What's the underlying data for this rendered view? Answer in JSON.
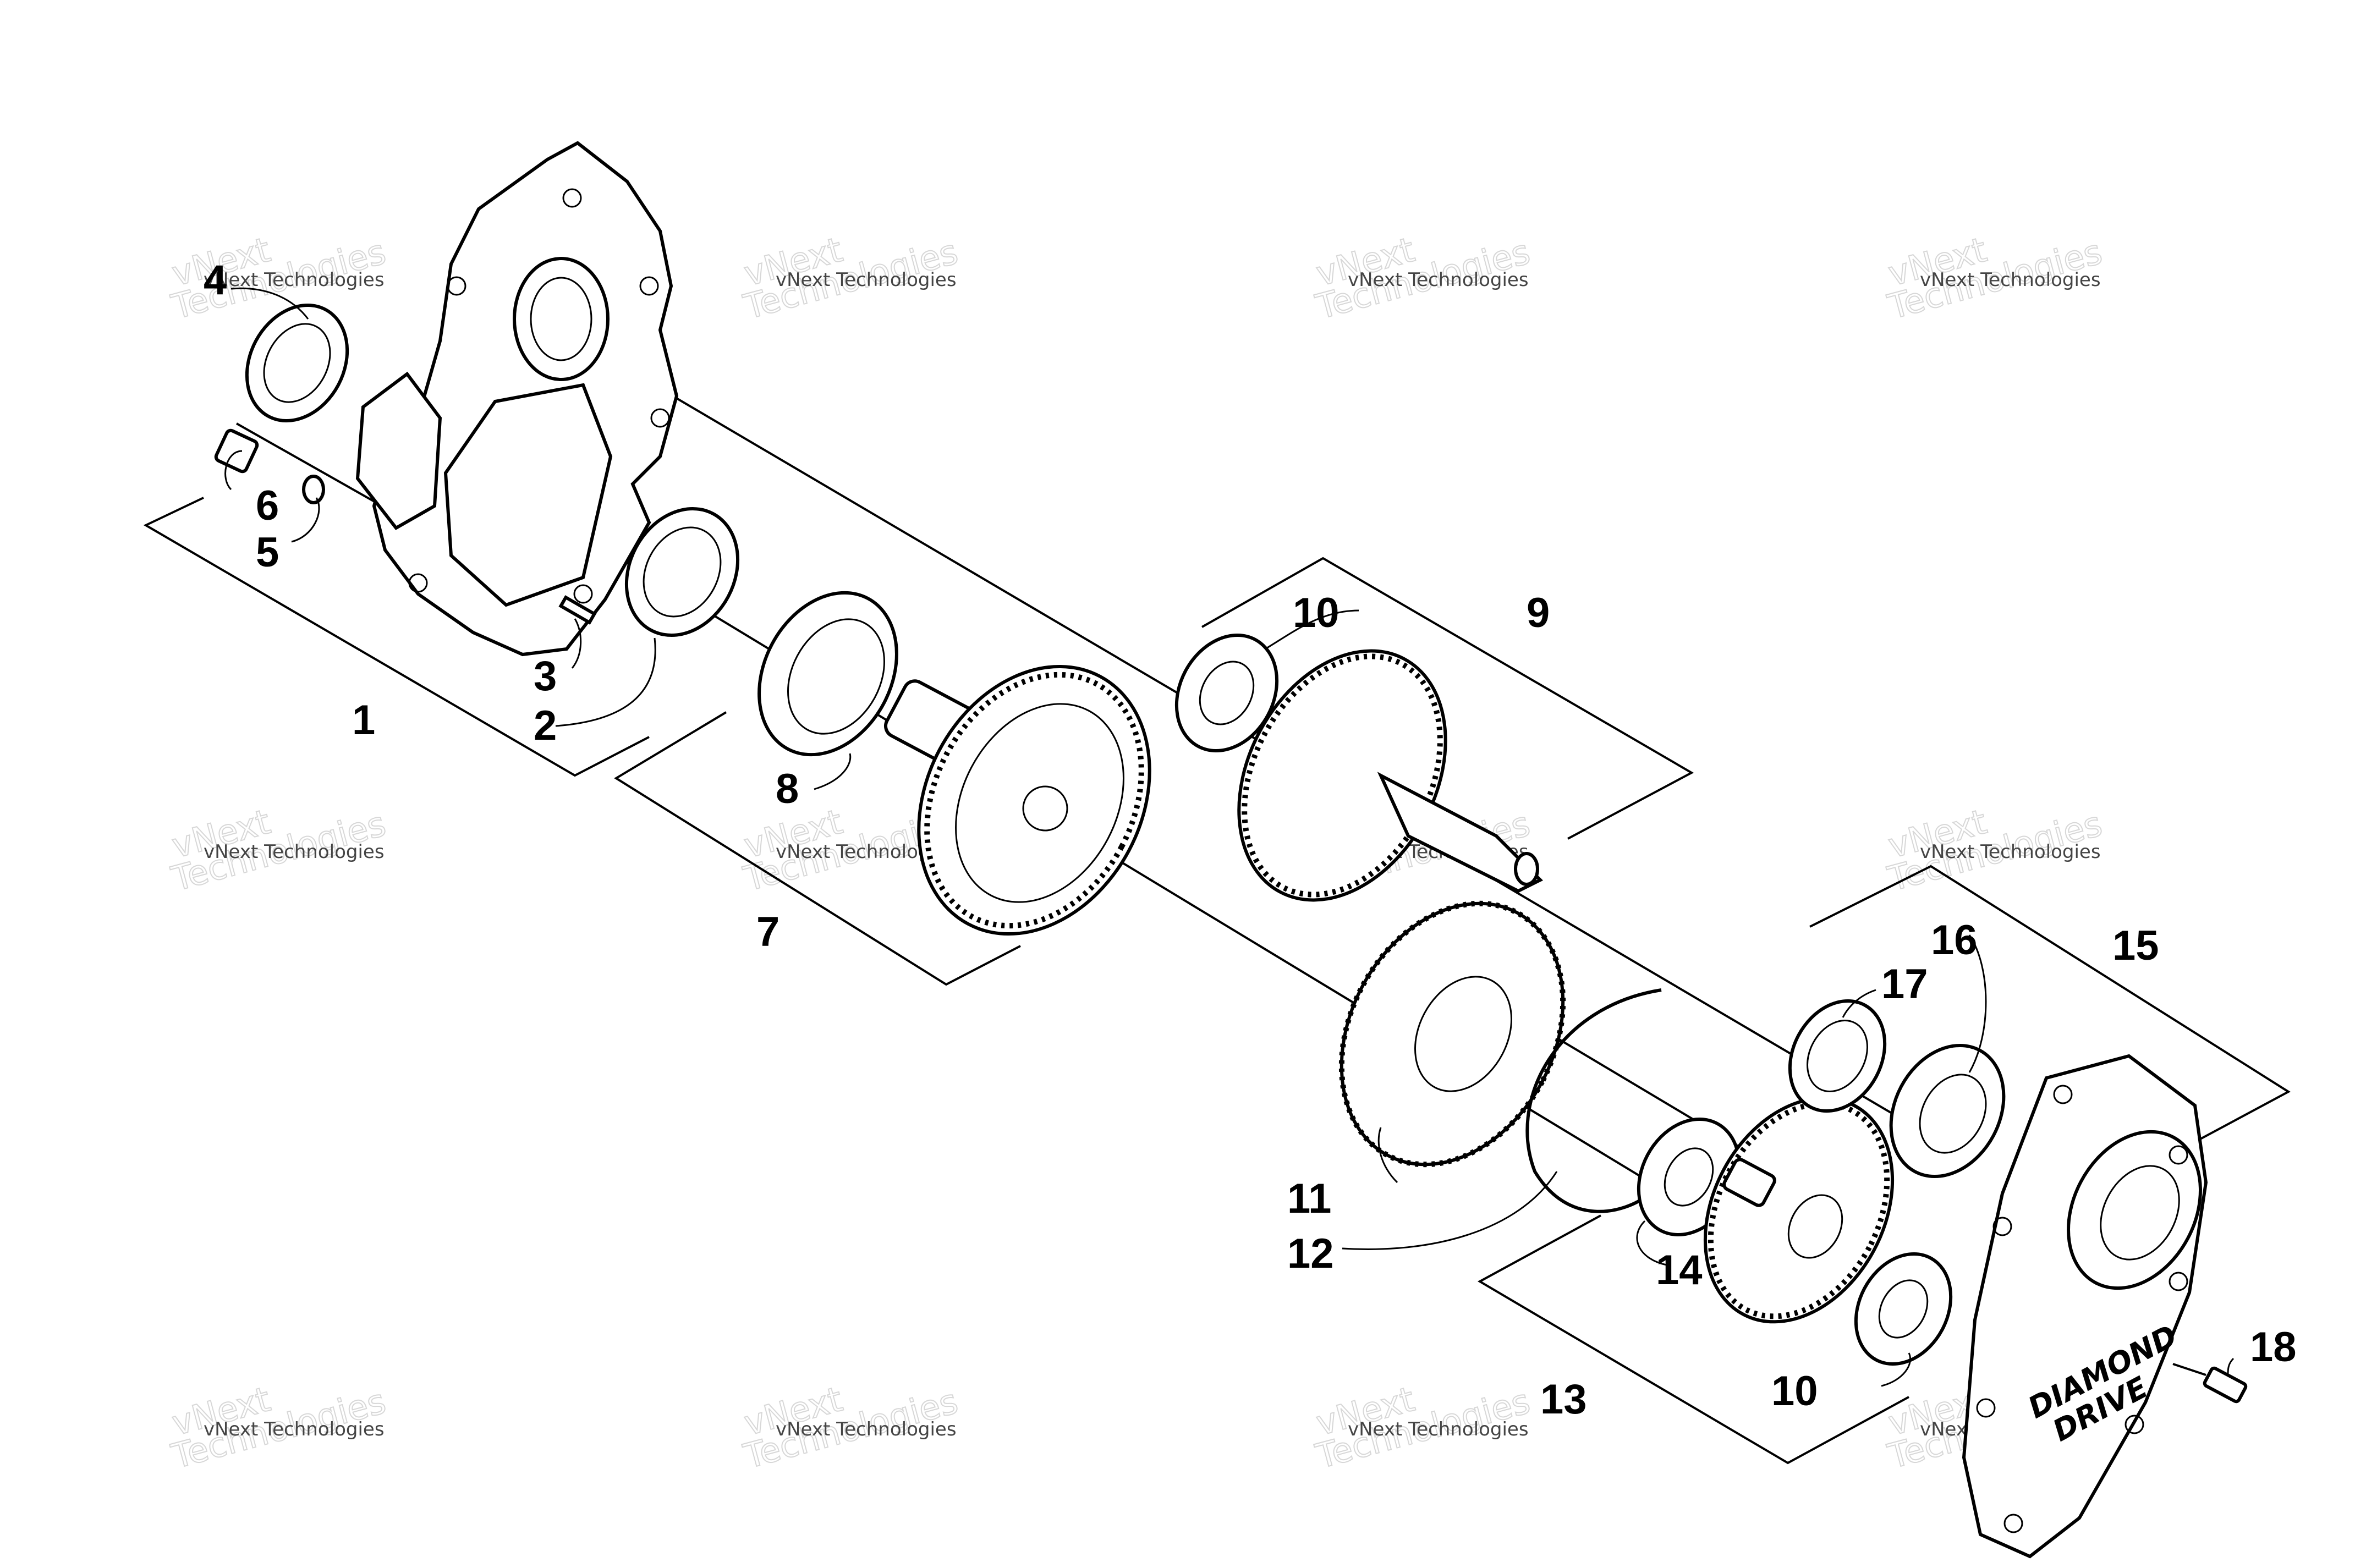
{
  "watermark": {
    "line1": "vNext Technologies",
    "line2": "vNext",
    "line3": "Technologies"
  },
  "labels": {
    "n1": "1",
    "n2": "2",
    "n3": "3",
    "n4": "4",
    "n5": "5",
    "n6": "6",
    "n7": "7",
    "n8": "8",
    "n9": "9",
    "n10a": "10",
    "n10b": "10",
    "n11": "11",
    "n12": "12",
    "n13": "13",
    "n14": "14",
    "n15": "15",
    "n16": "16",
    "n17": "17",
    "n18": "18"
  },
  "logo": {
    "line1": "DIAMOND",
    "line2": "DRIVE"
  },
  "colors": {
    "ink": "#000000",
    "background": "#ffffff",
    "watermark": "#bdbdbd"
  }
}
